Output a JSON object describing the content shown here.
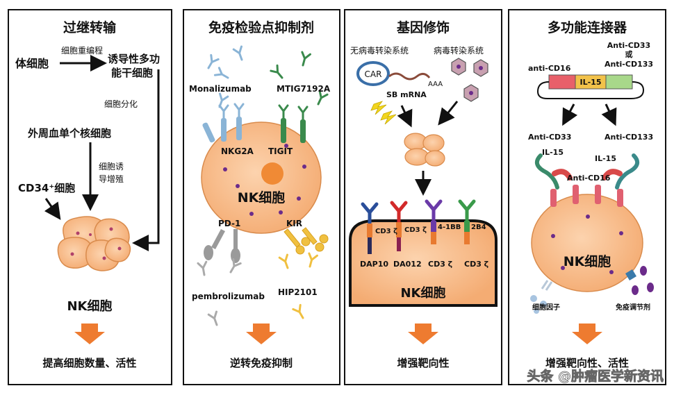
{
  "panels": [
    {
      "title": "过继转输",
      "labels": {
        "body_cell": "体细胞",
        "reprogram": "细胞重编程",
        "ipsc_1": "诱导性多功",
        "ipsc_2": "能干细胞",
        "differentiation": "细胞分化",
        "pbmc": "外周血单个核细胞",
        "induce_1": "细胞诱",
        "induce_2": "导增殖",
        "cd34": "CD34⁺细胞",
        "nk": "NK细胞",
        "result": "提高细胞数量、活性"
      }
    },
    {
      "title": "免疫检验点抑制剂",
      "labels": {
        "monalizumab": "Monalizumab",
        "mtig": "MTIG7192A",
        "nkg2a": "NKG2A",
        "tigit": "TIGIT",
        "nk": "NK细胞",
        "pd1": "PD-1",
        "kir": "KIR",
        "pembrolizumab": "pembrolizumab",
        "hip": "HIP2101",
        "result": "逆转免疫抑制"
      }
    },
    {
      "title": "基因修饰",
      "labels": {
        "nonviral": "无病毒转染系统",
        "viral": "病毒转染系统",
        "car": "CAR",
        "aaa": "AAA",
        "sb": "SB mRNA",
        "cd3z_1": "CD3 ζ",
        "cd3z_2": "CD3 ζ",
        "bb": "4-1BB",
        "b4": "2B4",
        "dap10": "DAP10",
        "da012": "DA012",
        "cd3z_3": "CD3 ζ",
        "cd3z_4": "CD3 ζ",
        "nk": "NK细胞",
        "result": "增强靶向性"
      }
    },
    {
      "title": "多功能连接器",
      "labels": {
        "anti_cd33_top_1": "Anti-CD33",
        "anti_cd33_top_2": "或",
        "anti_cd133_top": "Anti-CD133",
        "anti_cd16_left": "anti-CD16",
        "il15_box": "IL-15",
        "anti_cd33": "Anti-CD33",
        "anti_cd133": "Anti-CD133",
        "il15_left": "IL-15",
        "il15_right": "IL-15",
        "anti_cd16": "Anti-CD16",
        "nk": "NK细胞",
        "cytokine": "细胞因子",
        "immunomod": "免疫调节剂",
        "result": "增强靶向性、活性"
      }
    }
  ],
  "watermark": "头条 @肿瘤医学新资讯",
  "colors": {
    "cell_fill": "#f6b887",
    "cell_stroke": "#d98b4c",
    "nucleus": "#f08a35",
    "arrow_orange": "#ee7b30",
    "dot_purple": "#6b2b8a"
  }
}
